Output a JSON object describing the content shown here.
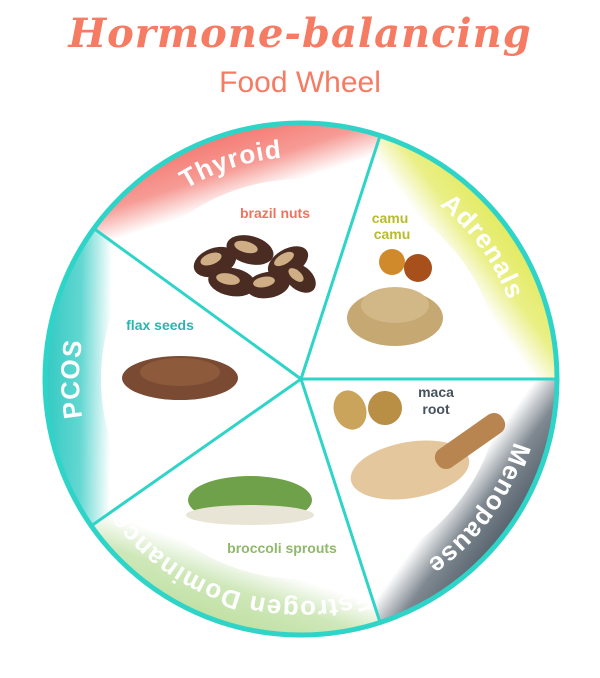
{
  "title": "Hormone-balancing",
  "subtitle": "Food Wheel",
  "segments": [
    {
      "label": "Thyroid",
      "food": [
        "brazil nuts"
      ],
      "color": "#f47a72",
      "food_color": "#f0735f"
    },
    {
      "label": "Adrenals",
      "food": [
        "camu",
        "camu"
      ],
      "color": "#e3ea5e",
      "food_color": "#b7bb2c"
    },
    {
      "label": "Menopause",
      "food": [
        "maca",
        "root"
      ],
      "color": "#55616c",
      "food_color": "#46525c"
    },
    {
      "label": "Estrogen Dominance",
      "food": [
        "broccoli sprouts"
      ],
      "color": "#bfe0a2",
      "food_color": "#8fb86a"
    },
    {
      "label": "PCOS",
      "food": [
        "flax seeds"
      ],
      "color": "#2fc9c2",
      "food_color": "#2bb5ae"
    }
  ],
  "ring_color": "#2fd4c8"
}
